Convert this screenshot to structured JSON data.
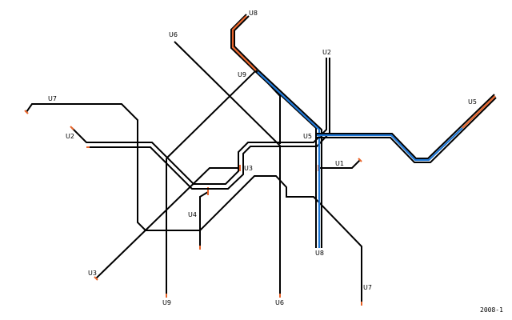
{
  "lines": {
    "u1": "U1",
    "u2": "U2",
    "u3": "U3",
    "u4": "U4",
    "u5": "U5",
    "u6": "U6",
    "u7": "U7",
    "u8": "U8",
    "u9": "U9"
  },
  "stamp": "2008-1",
  "colors": {
    "track": "#000000",
    "u8_highlight": "#1e78d8",
    "u5_highlight": "#1e78d8",
    "terminus": "#e8642a"
  }
}
